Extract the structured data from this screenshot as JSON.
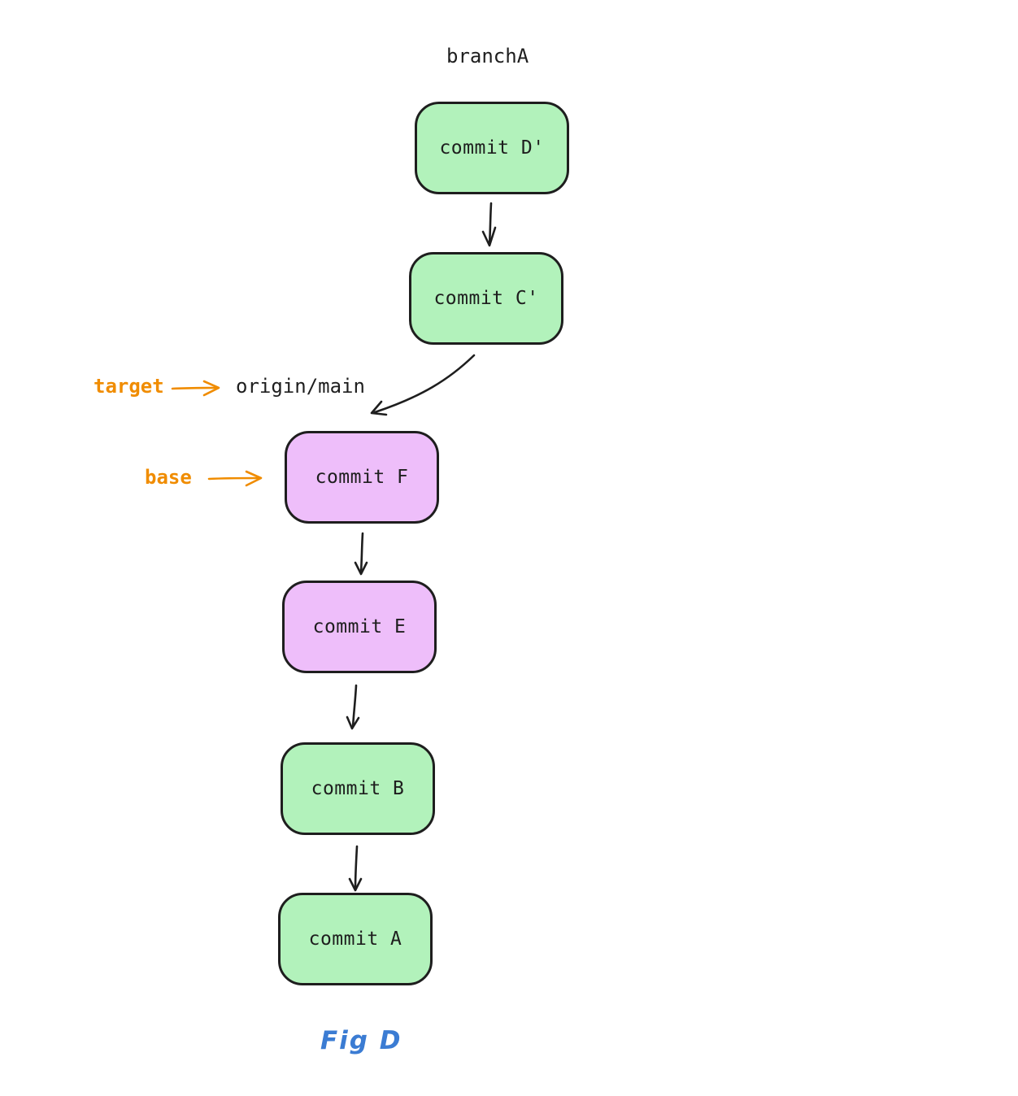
{
  "diagram": {
    "branch_label": "branchA",
    "nodes": [
      {
        "id": "commit-d-prime",
        "label": "commit D'",
        "color": "#b2f2bb"
      },
      {
        "id": "commit-c-prime",
        "label": "commit C'",
        "color": "#b2f2bb"
      },
      {
        "id": "commit-f",
        "label": "commit F",
        "color": "#eebefa"
      },
      {
        "id": "commit-e",
        "label": "commit E",
        "color": "#eebefa"
      },
      {
        "id": "commit-b",
        "label": "commit B",
        "color": "#b2f2bb"
      },
      {
        "id": "commit-a",
        "label": "commit A",
        "color": "#b2f2bb"
      }
    ],
    "annotations": {
      "target_label": "target",
      "target_ref": "origin/main",
      "base_label": "base"
    },
    "caption": "Fig D",
    "colors": {
      "node_green_fill": "#b2f2bb",
      "node_purple_fill": "#eebefa",
      "stroke": "#1e1e1e",
      "annotation_orange": "#f08c00",
      "caption_blue": "#3b7cd3",
      "background": "#ffffff"
    }
  }
}
